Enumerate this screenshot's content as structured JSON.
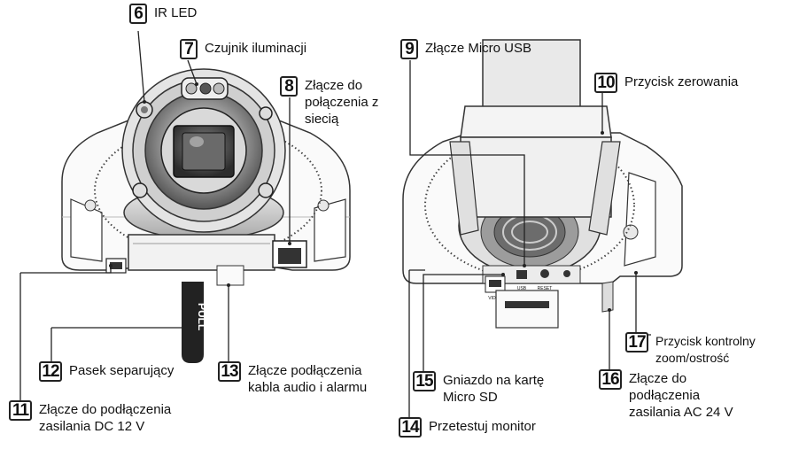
{
  "callouts": [
    {
      "id": "6",
      "label": "IR LED"
    },
    {
      "id": "7",
      "label": "Czujnik iluminacji"
    },
    {
      "id": "8",
      "label": "Złącze do\npołączenia z\nsiecią"
    },
    {
      "id": "9",
      "label": "Złącze Micro USB"
    },
    {
      "id": "10",
      "label": "Przycisk zerowania"
    },
    {
      "id": "11",
      "label": "Złącze do podłączenia\nzasilania DC 12 V"
    },
    {
      "id": "12",
      "label": "Pasek separujący"
    },
    {
      "id": "13",
      "label": "Złącze podłączenia\nkabla audio i alarmu"
    },
    {
      "id": "14",
      "label": "Przetestuj monitor"
    },
    {
      "id": "15",
      "label": "Gniazdo na kartę\nMicro SD"
    },
    {
      "id": "16",
      "label": "Złącze do\npodłączenia\nzasilania AC 24 V"
    },
    {
      "id": "17",
      "label": "Przycisk kontrolny\nzoom/ostrość"
    }
  ],
  "device_markings": {
    "pull_tab": "PULL",
    "reset": "RESET",
    "usb": "USB",
    "video": "VIDEO"
  }
}
